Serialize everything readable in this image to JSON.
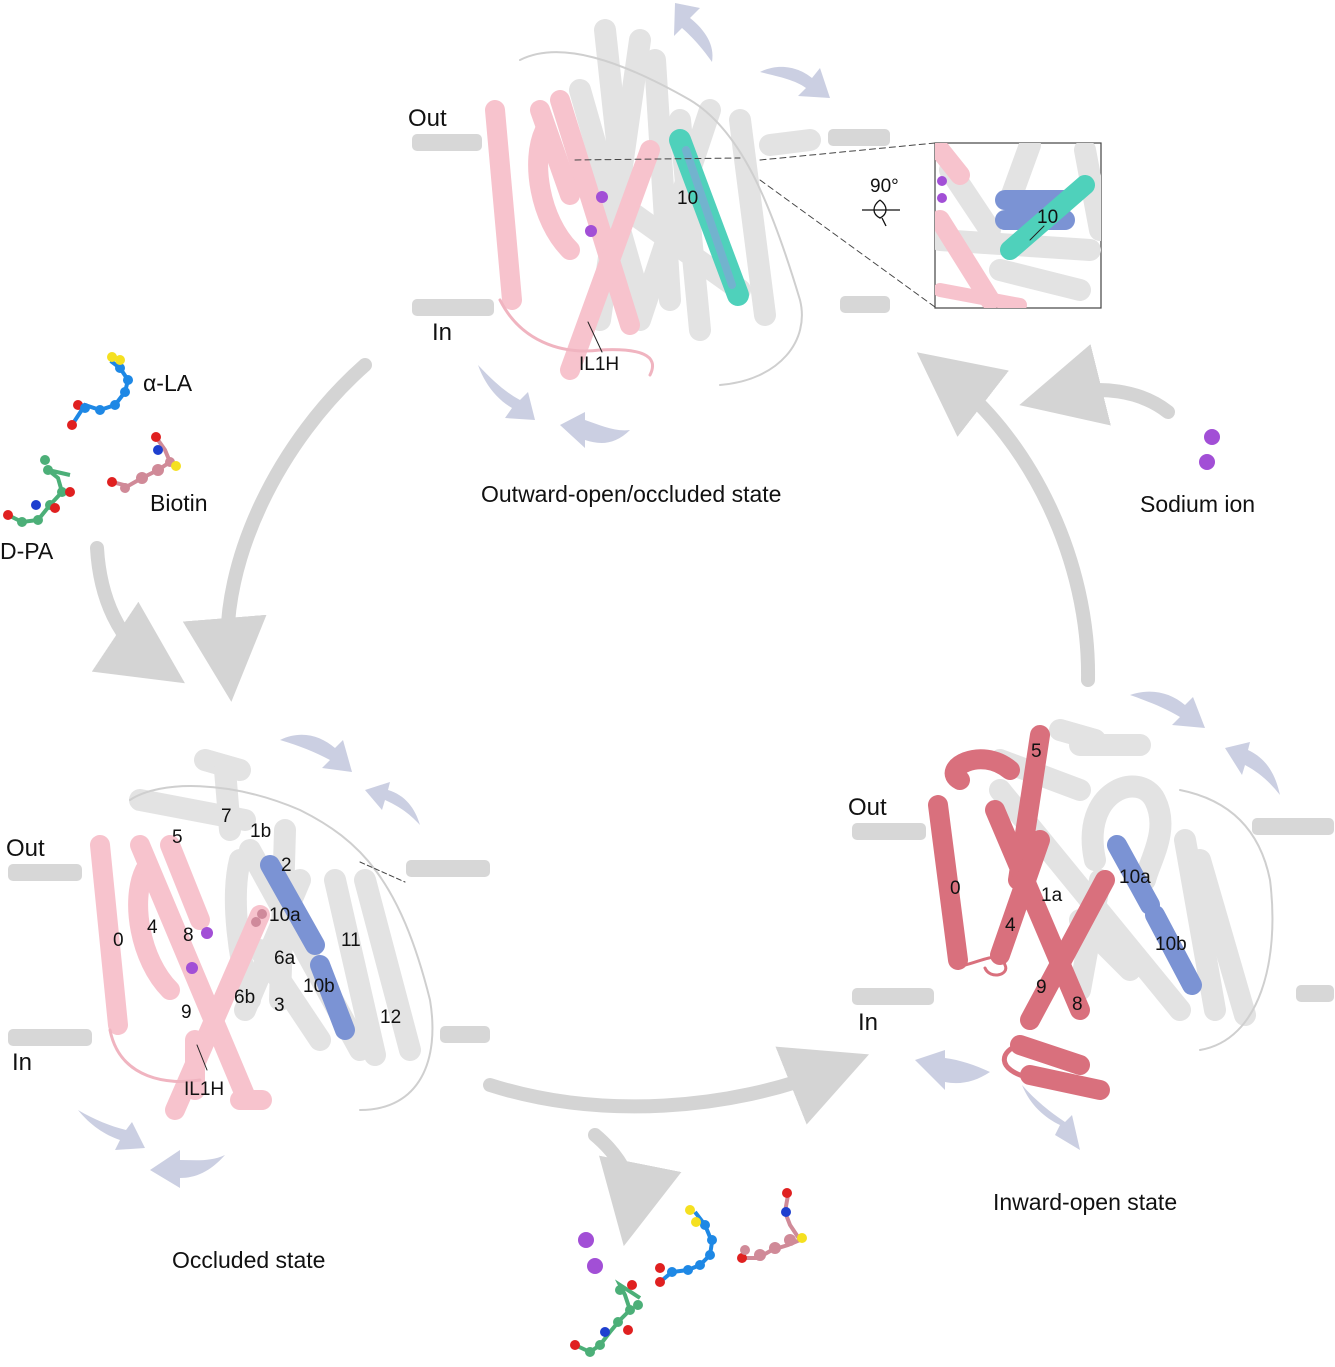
{
  "states": {
    "outward": {
      "title": "Outward-open/occluded state",
      "out_label": "Out",
      "in_label": "In",
      "helix_labels": [
        "10",
        "IL1H"
      ]
    },
    "occluded": {
      "title": "Occluded state",
      "out_label": "Out",
      "in_label": "In",
      "helix_labels": [
        "0",
        "4",
        "5",
        "7",
        "1b",
        "2",
        "8",
        "10a",
        "6a",
        "6b",
        "3",
        "10b",
        "11",
        "9",
        "12",
        "IL1H"
      ]
    },
    "inward": {
      "title": "Inward-open state",
      "out_label": "Out",
      "in_label": "In",
      "helix_labels": [
        "5",
        "0",
        "1a",
        "4",
        "10a",
        "10b",
        "9",
        "8"
      ]
    }
  },
  "inset": {
    "rotation": "90°",
    "helix_label": "10"
  },
  "substrates": {
    "lipoic": "α-LA",
    "biotin": "Biotin",
    "pantothenate": "D-PA",
    "sodium": "Sodium ion"
  },
  "colors": {
    "pink": "#f7c3cd",
    "red": "#d9707d",
    "blue": "#7b93d4",
    "teal": "#4fd1bb",
    "gray": "#e3e3e3",
    "arrow": "#d4d4d4",
    "motion": "#c9cde0",
    "sodium": "#a24fd6"
  }
}
